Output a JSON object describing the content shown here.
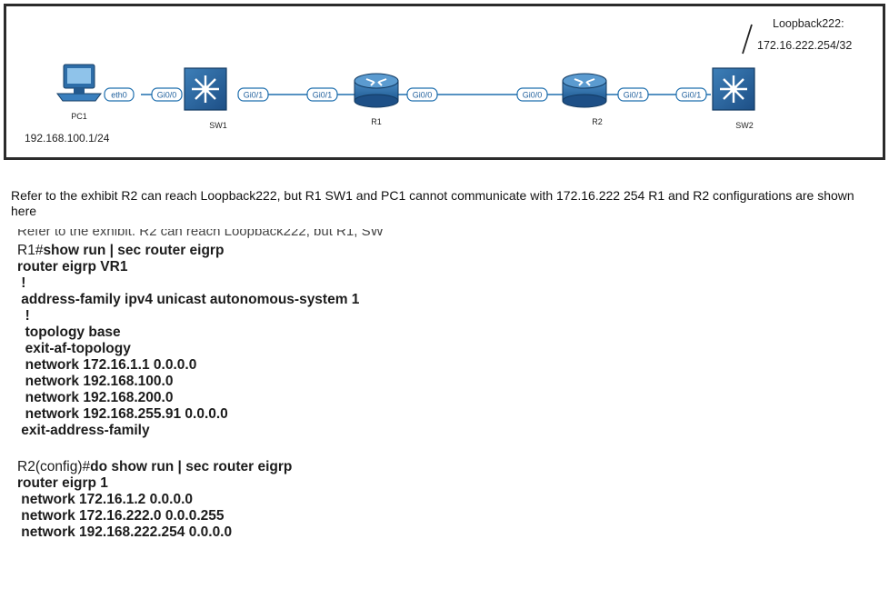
{
  "diagram": {
    "loopback_label": "Loopback222:",
    "loopback_address": "172.16.222.254/32",
    "pc1": {
      "name": "PC1",
      "address": "192.168.100.1/24",
      "interface": "eth0"
    },
    "sw1": {
      "name": "SW1",
      "if_left": "Gi0/0",
      "if_right": "Gi0/1"
    },
    "r1": {
      "name": "R1",
      "if_left": "Gi0/1",
      "if_right": "Gi0/0"
    },
    "r2": {
      "name": "R2",
      "if_left": "Gi0/0",
      "if_right": "Gi0/1"
    },
    "sw2": {
      "name": "SW2",
      "if_left": "Gi0/1"
    }
  },
  "question": "Refer to the exhibit R2 can reach Loopback222, but R1 SW1 and PC1 cannot communicate with 172.16.222 254 R1 and R2 configurations are shown here",
  "cut_off_text": "Refer to the exhibit. R2 can reach Loopback222, but R1, SW",
  "r1_config": {
    "prompt": "R1#",
    "command": "show run | sec router eigrp",
    "lines": [
      "router eigrp VR1",
      " !",
      " address-family ipv4 unicast autonomous-system 1",
      "  !",
      "  topology base",
      "  exit-af-topology",
      "  network 172.16.1.1 0.0.0.0",
      "  network 192.168.100.0",
      "  network 192.168.200.0",
      "  network 192.168.255.91 0.0.0.0",
      " exit-address-family"
    ]
  },
  "r2_config": {
    "prompt": "R2(config)#",
    "command": "do show run | sec router eigrp",
    "lines": [
      "router eigrp 1",
      " network 172.16.1.2 0.0.0.0",
      " network 172.16.222.0 0.0.0.255",
      " network 192.168.222.254 0.0.0.0"
    ]
  }
}
